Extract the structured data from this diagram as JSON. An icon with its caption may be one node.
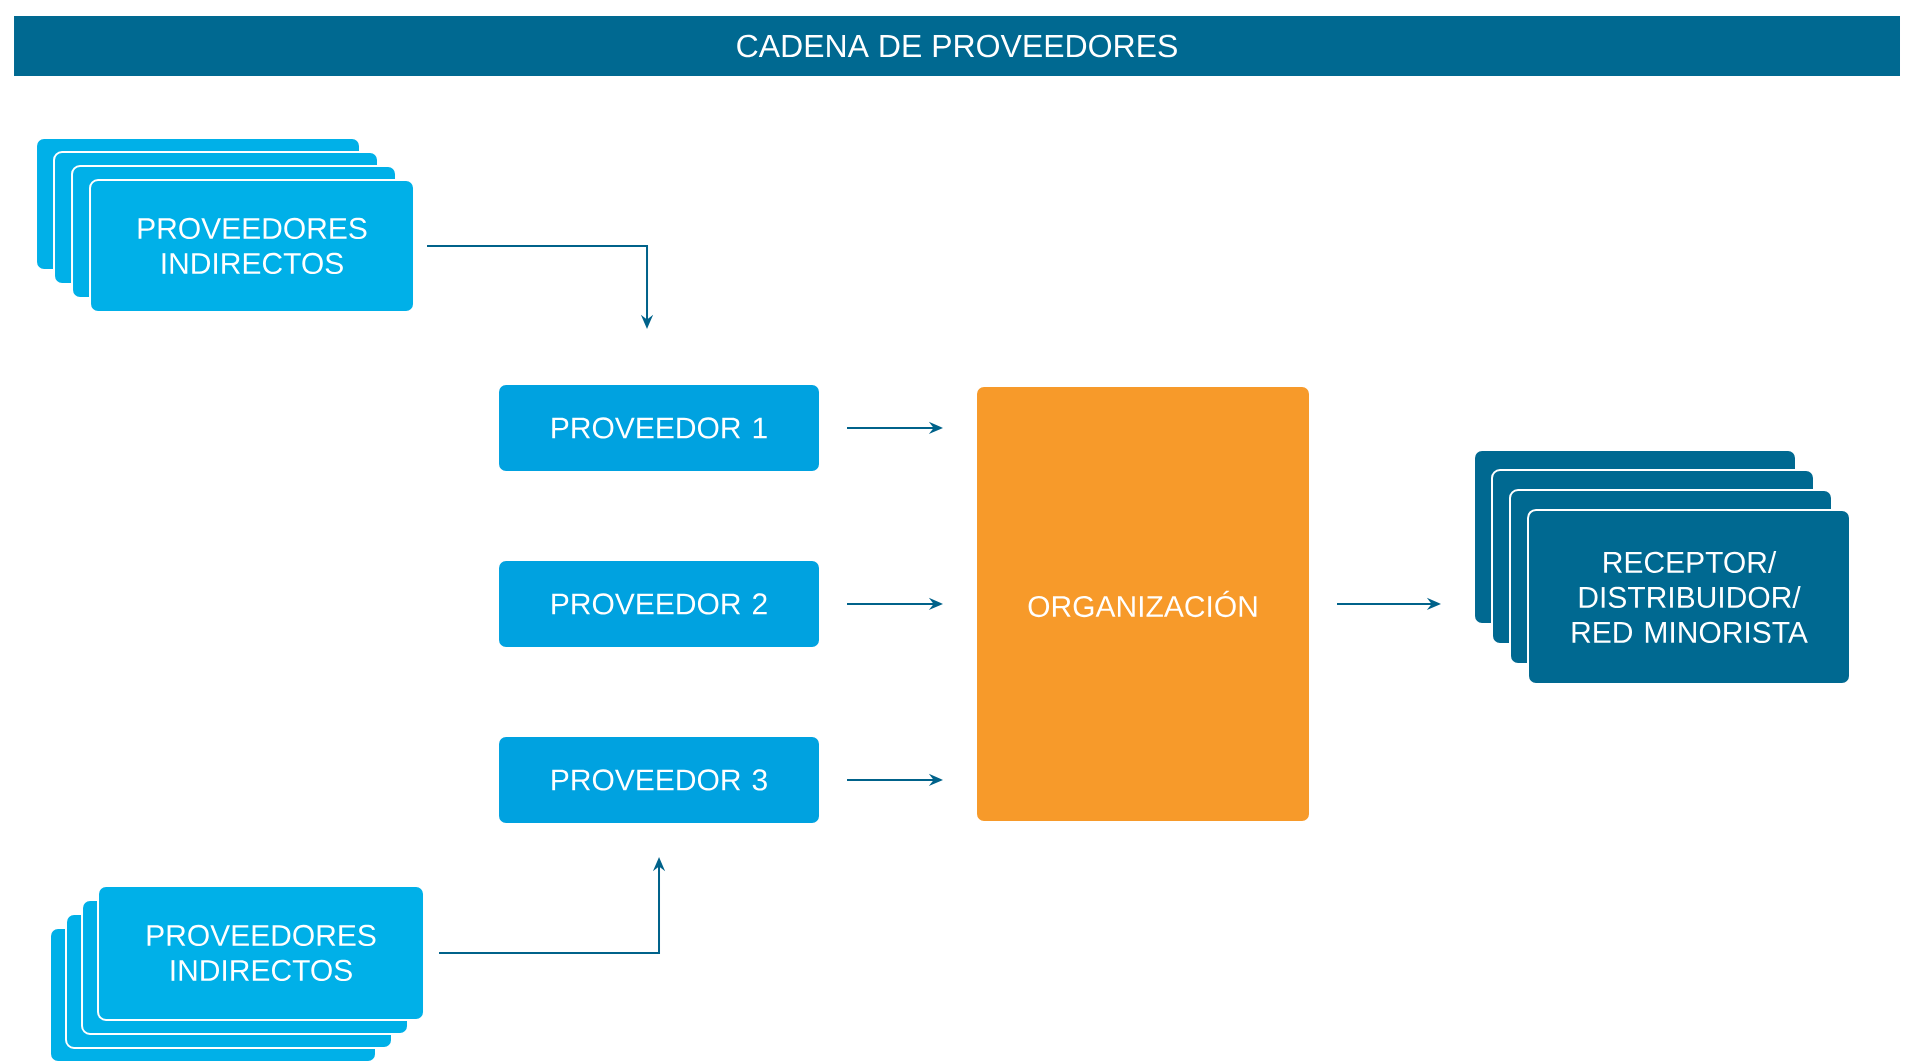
{
  "diagram": {
    "title": "CADENA DE PROVEEDORES",
    "nodes": [
      {
        "text": [
          "PROVEEDORES INDIRECTOS"
        ]
      },
      {
        "text": [
          "PROVEEDOR 1"
        ]
      },
      {
        "text": [
          "PROVEEDOR 2"
        ]
      },
      {
        "text": [
          "PROVEEDOR 3"
        ]
      },
      {
        "text": [
          "PROVEEDORES INDIRECTOS"
        ]
      },
      {
        "text": [
          "ORGANIZACIÓN"
        ]
      },
      {
        "text": [
          "RECEPTOR/ DISTRIBUIDOR/ RED MINORISTA"
        ]
      }
    ],
    "edges": [
      {
        "from": 0,
        "to": 1,
        "arrow": "to"
      },
      {
        "from": 4,
        "to": 3,
        "arrow": "to"
      },
      {
        "from": 1,
        "to": 5,
        "arrow": "to"
      },
      {
        "from": 2,
        "to": 5,
        "arrow": "to"
      },
      {
        "from": 3,
        "to": 5,
        "arrow": "to"
      },
      {
        "from": 5,
        "to": 6,
        "arrow": "to"
      }
    ]
  }
}
